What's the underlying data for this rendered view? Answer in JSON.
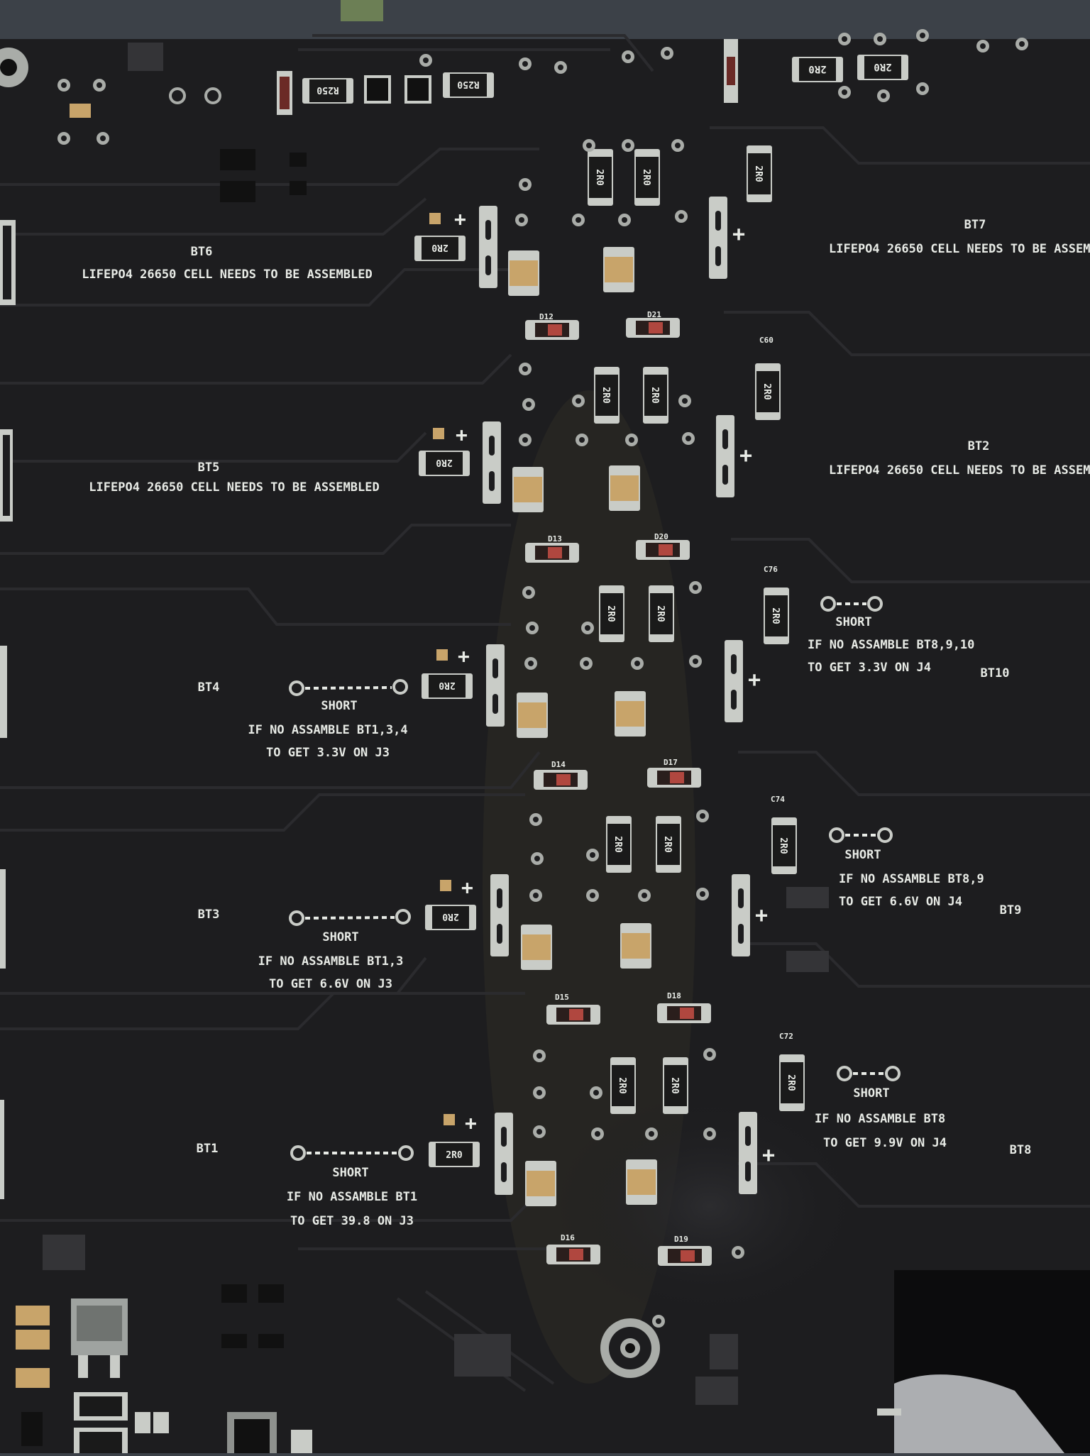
{
  "colors": {
    "board": "#1d1d1f",
    "board_dark": "#121213",
    "trace": "#2b2b2e",
    "silkscreen": "#e8ebe6",
    "pad": "#c9ccc7",
    "component_body": "#1a1a1a",
    "capacitor_tan": "#c8a46a",
    "diode_red": "#b0473f",
    "flux_residue": "#2f2c28",
    "background": "#3c4148"
  },
  "silkscreen": {
    "bt6": "BT6",
    "bt6_note": "LIFEPO4 26650 CELL NEEDS TO BE ASSEMBLED",
    "bt7": "BT7",
    "bt7_note": "LIFEPO4 26650 CELL NEEDS TO BE ASSEM",
    "bt5": "BT5",
    "bt5_note": "LIFEPO4 26650 CELL NEEDS TO BE ASSEMBLED",
    "bt2": "BT2",
    "bt2_note": "LIFEPO4 26650 CELL NEEDS TO BE ASSEM",
    "bt4": "BT4",
    "bt4_short": "SHORT",
    "bt4_line1": "IF NO ASSAMBLE BT1,3,4",
    "bt4_line2": "TO GET 3.3V ON J3",
    "bt10": "BT10",
    "bt10_short": "SHORT",
    "bt10_line1": "IF NO ASSAMBLE BT8,9,10",
    "bt10_line2": "TO GET 3.3V ON J4",
    "bt3": "BT3",
    "bt3_short": "SHORT",
    "bt3_line1": "IF NO ASSAMBLE BT1,3",
    "bt3_line2": "TO GET 6.6V ON J3",
    "bt9": "BT9",
    "bt9_short": "SHORT",
    "bt9_line1": "IF NO ASSAMBLE BT8,9",
    "bt9_line2": "TO GET 6.6V ON J4",
    "bt1": "BT1",
    "bt1_short": "SHORT",
    "bt1_line1": "IF NO ASSAMBLE BT1",
    "bt1_line2": "TO GET 39.8 ON J3",
    "bt8": "BT8",
    "bt8_short": "SHORT",
    "bt8_line1": "IF NO ASSAMBLE BT8",
    "bt8_line2": "TO GET 9.9V ON J4",
    "resistor_code": "2R0",
    "resistor_code_b": "R250",
    "diode_d12": "D12",
    "diode_d21": "D21",
    "diode_d13": "D13",
    "diode_d20": "D20",
    "diode_d14": "D14",
    "diode_d17": "D17",
    "diode_d15": "D15",
    "diode_d18": "D18",
    "diode_d16": "D16",
    "diode_d19": "D19",
    "cap_c60": "C60",
    "cap_c76": "C76",
    "cap_c74": "C74",
    "cap_c72": "C72",
    "plus": "+"
  }
}
